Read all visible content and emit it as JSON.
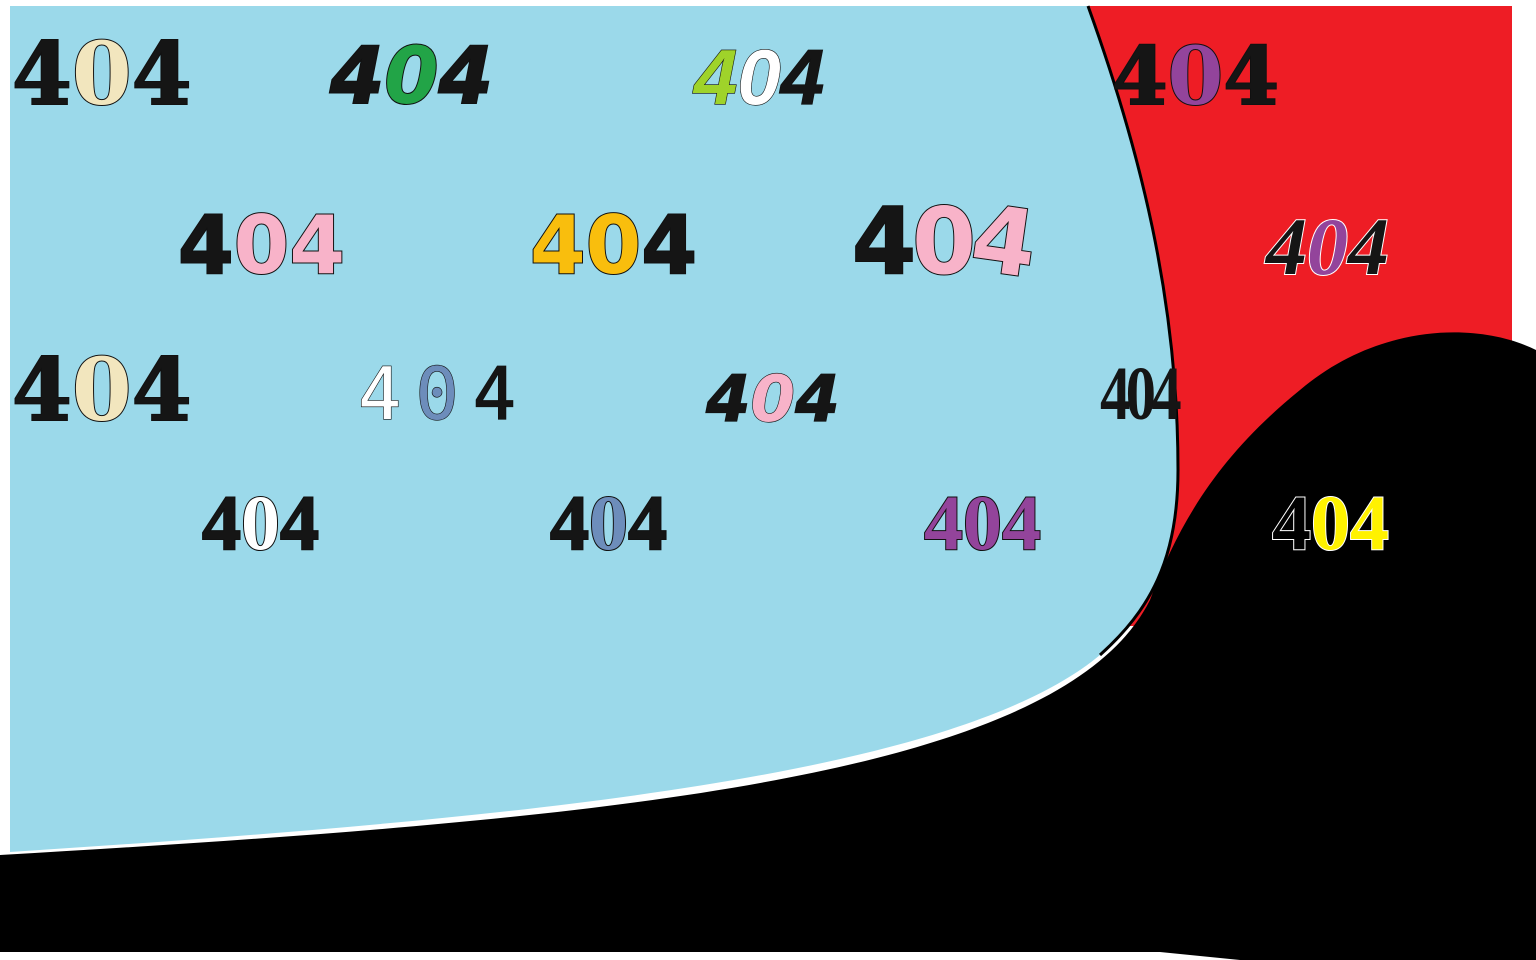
{
  "colors": {
    "sky": "#9BD9EA",
    "red": "#EE1D25",
    "black": "#000000",
    "ink": "#151515",
    "cream": "#F2E6BE",
    "green": "#22A447",
    "lime": "#9FD32A",
    "purple": "#93449B",
    "pink": "#F8B3C9",
    "amber": "#F9BE0D",
    "slate": "#6D8DBB",
    "yellow": "#FFF200",
    "white": "#FFFFFF"
  },
  "labels": [
    {
      "digits": [
        "4",
        "0",
        "4"
      ],
      "fills": [
        "#151515",
        "#F2E6BE",
        "#151515"
      ]
    },
    {
      "digits": [
        "4",
        "0",
        "4"
      ],
      "fills": [
        "#151515",
        "#22A447",
        "#151515"
      ]
    },
    {
      "digits": [
        "4",
        "0",
        "4"
      ],
      "fills": [
        "#9FD32A",
        "#FFFFFF",
        "#151515"
      ]
    },
    {
      "digits": [
        "4",
        "0",
        "4"
      ],
      "fills": [
        "#151515",
        "#93449B",
        "#151515"
      ]
    },
    {
      "digits": [
        "4",
        "0",
        "4"
      ],
      "fills": [
        "#151515",
        "#F8B3C9",
        "#F8B3C9"
      ]
    },
    {
      "digits": [
        "4",
        "0",
        "4"
      ],
      "fills": [
        "#F9BE0D",
        "#F9BE0D",
        "#151515"
      ]
    },
    {
      "digits": [
        "4",
        "0",
        "4"
      ],
      "fills": [
        "#151515",
        "#F8B3C9",
        "#F8B3C9"
      ]
    },
    {
      "digits": [
        "4",
        "0",
        "4"
      ],
      "fills": [
        "#151515",
        "#93449B",
        "#151515"
      ]
    },
    {
      "digits": [
        "4",
        "0",
        "4"
      ],
      "fills": [
        "#151515",
        "#F2E6BE",
        "#151515"
      ]
    },
    {
      "digits": [
        "4",
        "0",
        "4"
      ],
      "fills": [
        "#FFFFFF",
        "#6D8DBB",
        "#151515"
      ]
    },
    {
      "digits": [
        "4",
        "0",
        "4"
      ],
      "fills": [
        "#151515",
        "#F8B3C9",
        "#151515"
      ]
    },
    {
      "digits": [
        "4",
        "0",
        "4"
      ],
      "fills": [
        "#151515",
        "#151515",
        "#151515"
      ]
    },
    {
      "digits": [
        "4",
        "0",
        "4"
      ],
      "fills": [
        "#151515",
        "#FFFFFF",
        "#151515"
      ]
    },
    {
      "digits": [
        "4",
        "0",
        "4"
      ],
      "fills": [
        "#151515",
        "#6D8DBB",
        "#151515"
      ]
    },
    {
      "digits": [
        "4",
        "0",
        "4"
      ],
      "fills": [
        "#93449B",
        "#93449B",
        "#93449B"
      ]
    },
    {
      "digits": [
        "4",
        "0",
        "4"
      ],
      "fills": [
        "#000000",
        "#FFF200",
        "#FFF200"
      ]
    }
  ]
}
